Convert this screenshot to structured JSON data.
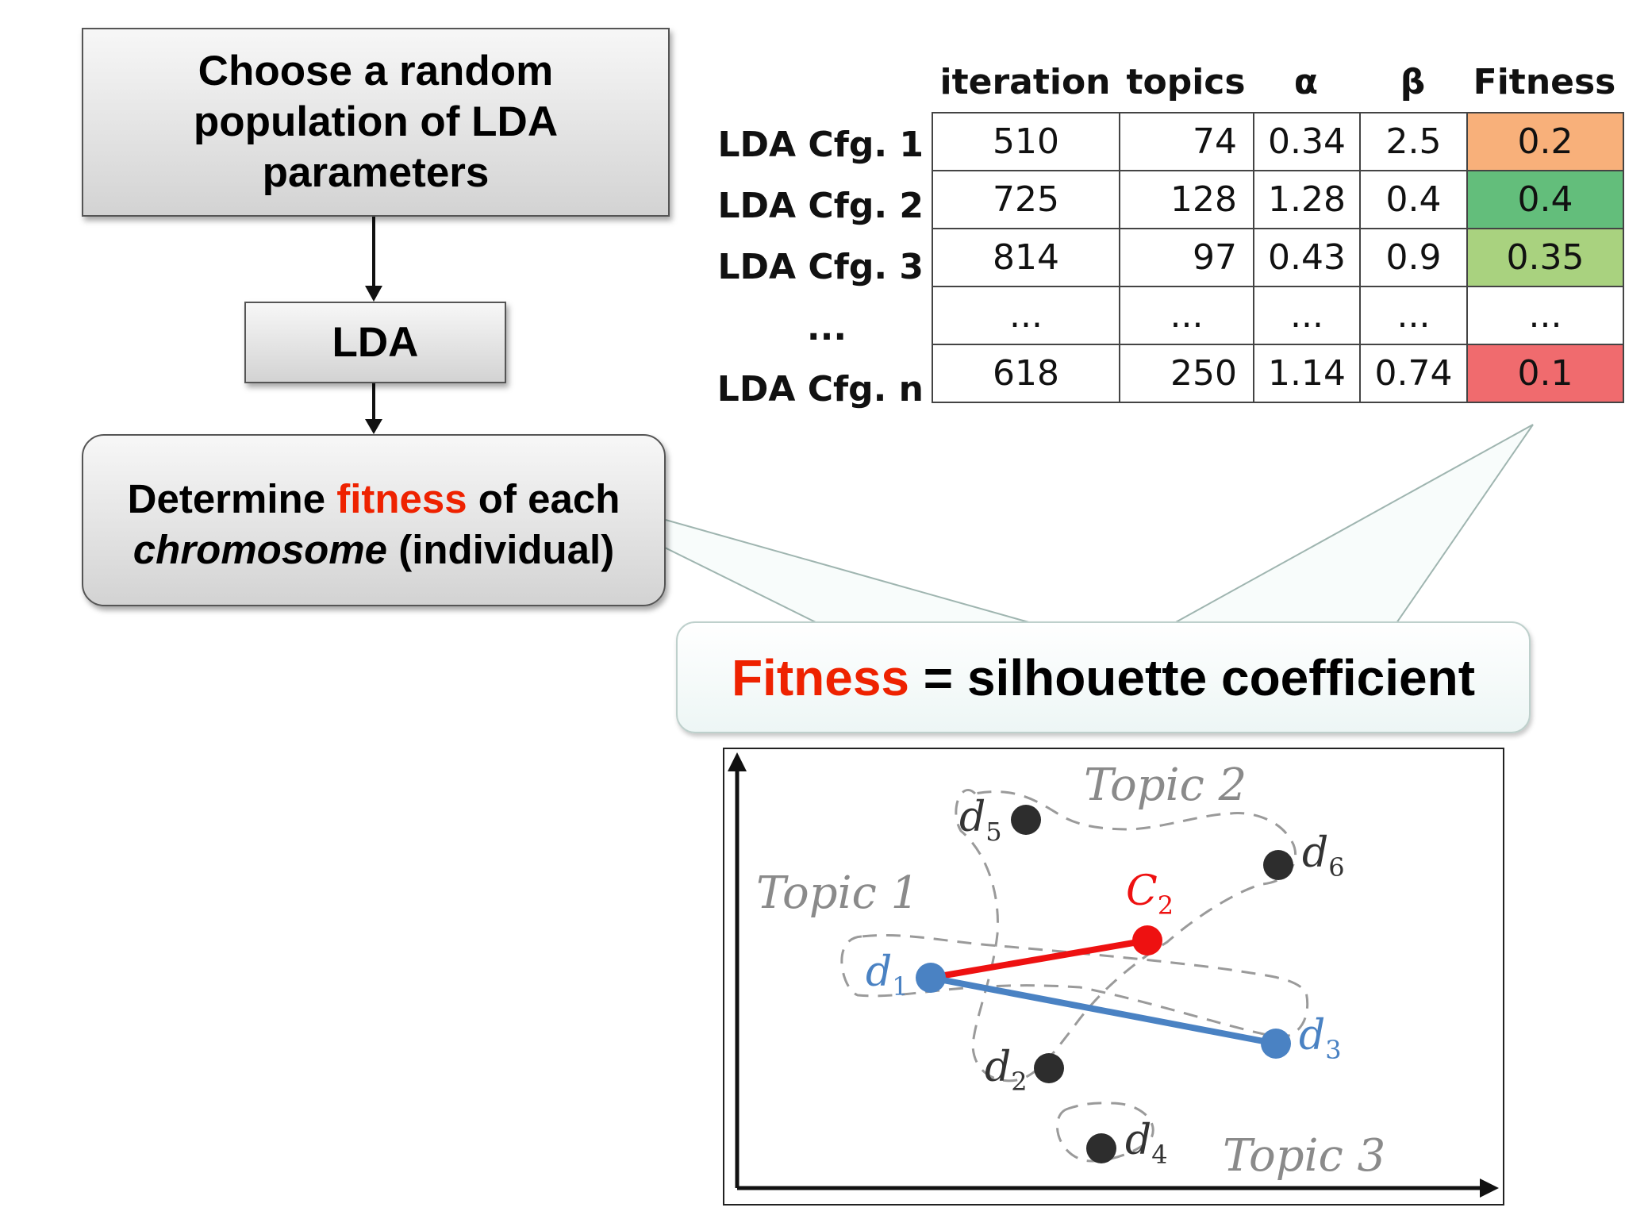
{
  "flow": {
    "step1": [
      "Choose a random",
      "population of LDA",
      "parameters"
    ],
    "step2": "LDA",
    "step3": {
      "pre": "Determine ",
      "highlight": "fitness",
      "post": " of each",
      "line2_italic": "chromosome",
      "line2_rest": " (individual)"
    }
  },
  "table": {
    "headers": [
      "iteration",
      "topics",
      "α",
      "β",
      "Fitness"
    ],
    "rows": [
      {
        "label": "LDA Cfg. 1",
        "iteration": "510",
        "topics": "74",
        "alpha": "0.34",
        "beta": "2.5",
        "fitness": "0.2",
        "fitness_color": "#f8b07a"
      },
      {
        "label": "LDA Cfg. 2",
        "iteration": "725",
        "topics": "128",
        "alpha": "1.28",
        "beta": "0.4",
        "fitness": "0.4",
        "fitness_color": "#63be7b"
      },
      {
        "label": "LDA Cfg. 3",
        "iteration": "814",
        "topics": "97",
        "alpha": "0.43",
        "beta": "0.9",
        "fitness": "0.35",
        "fitness_color": "#a9d27f"
      },
      {
        "label": "...",
        "iteration": "...",
        "topics": "...",
        "alpha": "...",
        "beta": "...",
        "fitness": "...",
        "fitness_color": "#ffffff"
      },
      {
        "label": "LDA Cfg. n",
        "iteration": "618",
        "topics": "250",
        "alpha": "1.14",
        "beta": "0.74",
        "fitness": "0.1",
        "fitness_color": "#f06b6e"
      }
    ]
  },
  "callout": {
    "highlight": "Fitness",
    "rest": " = silhouette coefficient"
  },
  "plot": {
    "topics": [
      "Topic 1",
      "Topic 2",
      "Topic 3"
    ],
    "points": [
      {
        "var": "d",
        "sub": "1"
      },
      {
        "var": "d",
        "sub": "2"
      },
      {
        "var": "d",
        "sub": "3"
      },
      {
        "var": "d",
        "sub": "4"
      },
      {
        "var": "d",
        "sub": "5"
      },
      {
        "var": "d",
        "sub": "6"
      }
    ],
    "centroid": {
      "var": "C",
      "sub": "2"
    },
    "colors": {
      "point": "#2d2d2d",
      "blue": "#4a82c3",
      "red": "#ee1111",
      "topic_label": "#888888"
    }
  },
  "colors": {
    "highlight": "#ee2200",
    "arrow": "#111111"
  }
}
